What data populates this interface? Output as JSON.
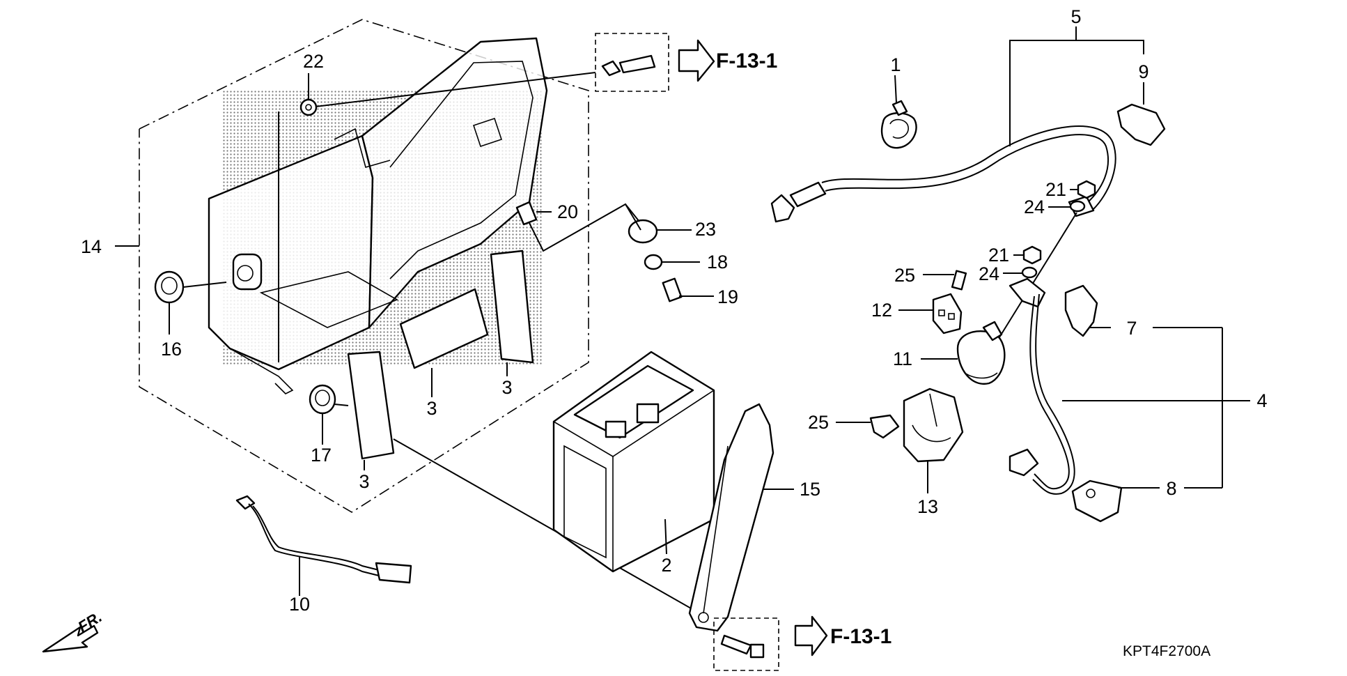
{
  "diagram": {
    "callouts": [
      {
        "id": "c1",
        "label": "1"
      },
      {
        "id": "c2",
        "label": "2"
      },
      {
        "id": "c3a",
        "label": "3"
      },
      {
        "id": "c3b",
        "label": "3"
      },
      {
        "id": "c3c",
        "label": "3"
      },
      {
        "id": "c4",
        "label": "4"
      },
      {
        "id": "c5",
        "label": "5"
      },
      {
        "id": "c7",
        "label": "7"
      },
      {
        "id": "c8",
        "label": "8"
      },
      {
        "id": "c9",
        "label": "9"
      },
      {
        "id": "c10",
        "label": "10"
      },
      {
        "id": "c11",
        "label": "11"
      },
      {
        "id": "c12",
        "label": "12"
      },
      {
        "id": "c13",
        "label": "13"
      },
      {
        "id": "c14",
        "label": "14"
      },
      {
        "id": "c15",
        "label": "15"
      },
      {
        "id": "c16",
        "label": "16"
      },
      {
        "id": "c17",
        "label": "17"
      },
      {
        "id": "c18",
        "label": "18"
      },
      {
        "id": "c19",
        "label": "19"
      },
      {
        "id": "c20",
        "label": "20"
      },
      {
        "id": "c21a",
        "label": "21"
      },
      {
        "id": "c21b",
        "label": "21"
      },
      {
        "id": "c22",
        "label": "22"
      },
      {
        "id": "c23",
        "label": "23"
      },
      {
        "id": "c24a",
        "label": "24"
      },
      {
        "id": "c24b",
        "label": "24"
      },
      {
        "id": "c25a",
        "label": "25"
      },
      {
        "id": "c25b",
        "label": "25"
      }
    ],
    "references": [
      {
        "id": "ref_top",
        "label": "F-13-1"
      },
      {
        "id": "ref_bottom",
        "label": "F-13-1"
      }
    ],
    "front_marker": "FR.",
    "drawing_code": "KPT4F2700A"
  }
}
